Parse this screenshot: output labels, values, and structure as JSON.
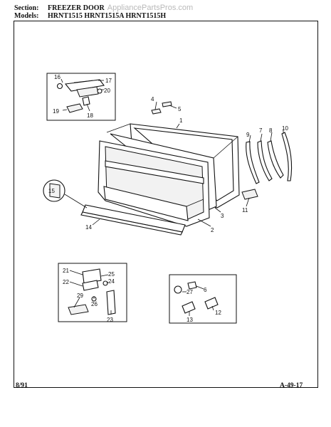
{
  "header": {
    "section_label": "Section:",
    "section_value": "FREEZER DOOR",
    "models_label": "Models:",
    "models_value": "HRNT1515  HRNT1515A  HRNT1515H",
    "watermark": "AppliancePartsPros.com"
  },
  "callouts": [
    "1",
    "2",
    "3",
    "4",
    "5",
    "6",
    "7",
    "8",
    "9",
    "10",
    "11",
    "12",
    "13",
    "14",
    "15",
    "16",
    "17",
    "18",
    "19",
    "20",
    "21",
    "22",
    "23",
    "24",
    "25",
    "26",
    "27",
    "29"
  ],
  "footer": {
    "date": "8/91",
    "page_code": "A-49-17"
  }
}
